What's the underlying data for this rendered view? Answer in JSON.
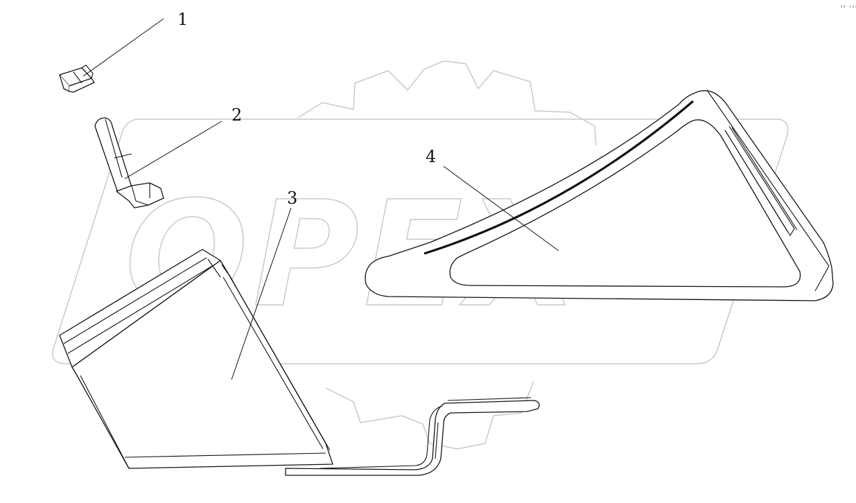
{
  "watermark": {
    "text": "OPEX",
    "color": "#c9c9c9",
    "icon": "gear-icon"
  },
  "callouts": [
    {
      "label": "1"
    },
    {
      "label": "2"
    },
    {
      "label": "3"
    },
    {
      "label": "4"
    }
  ],
  "corner_mark": "ᵃᴰ ᵒᵒᵃ",
  "line_color": "#111111"
}
